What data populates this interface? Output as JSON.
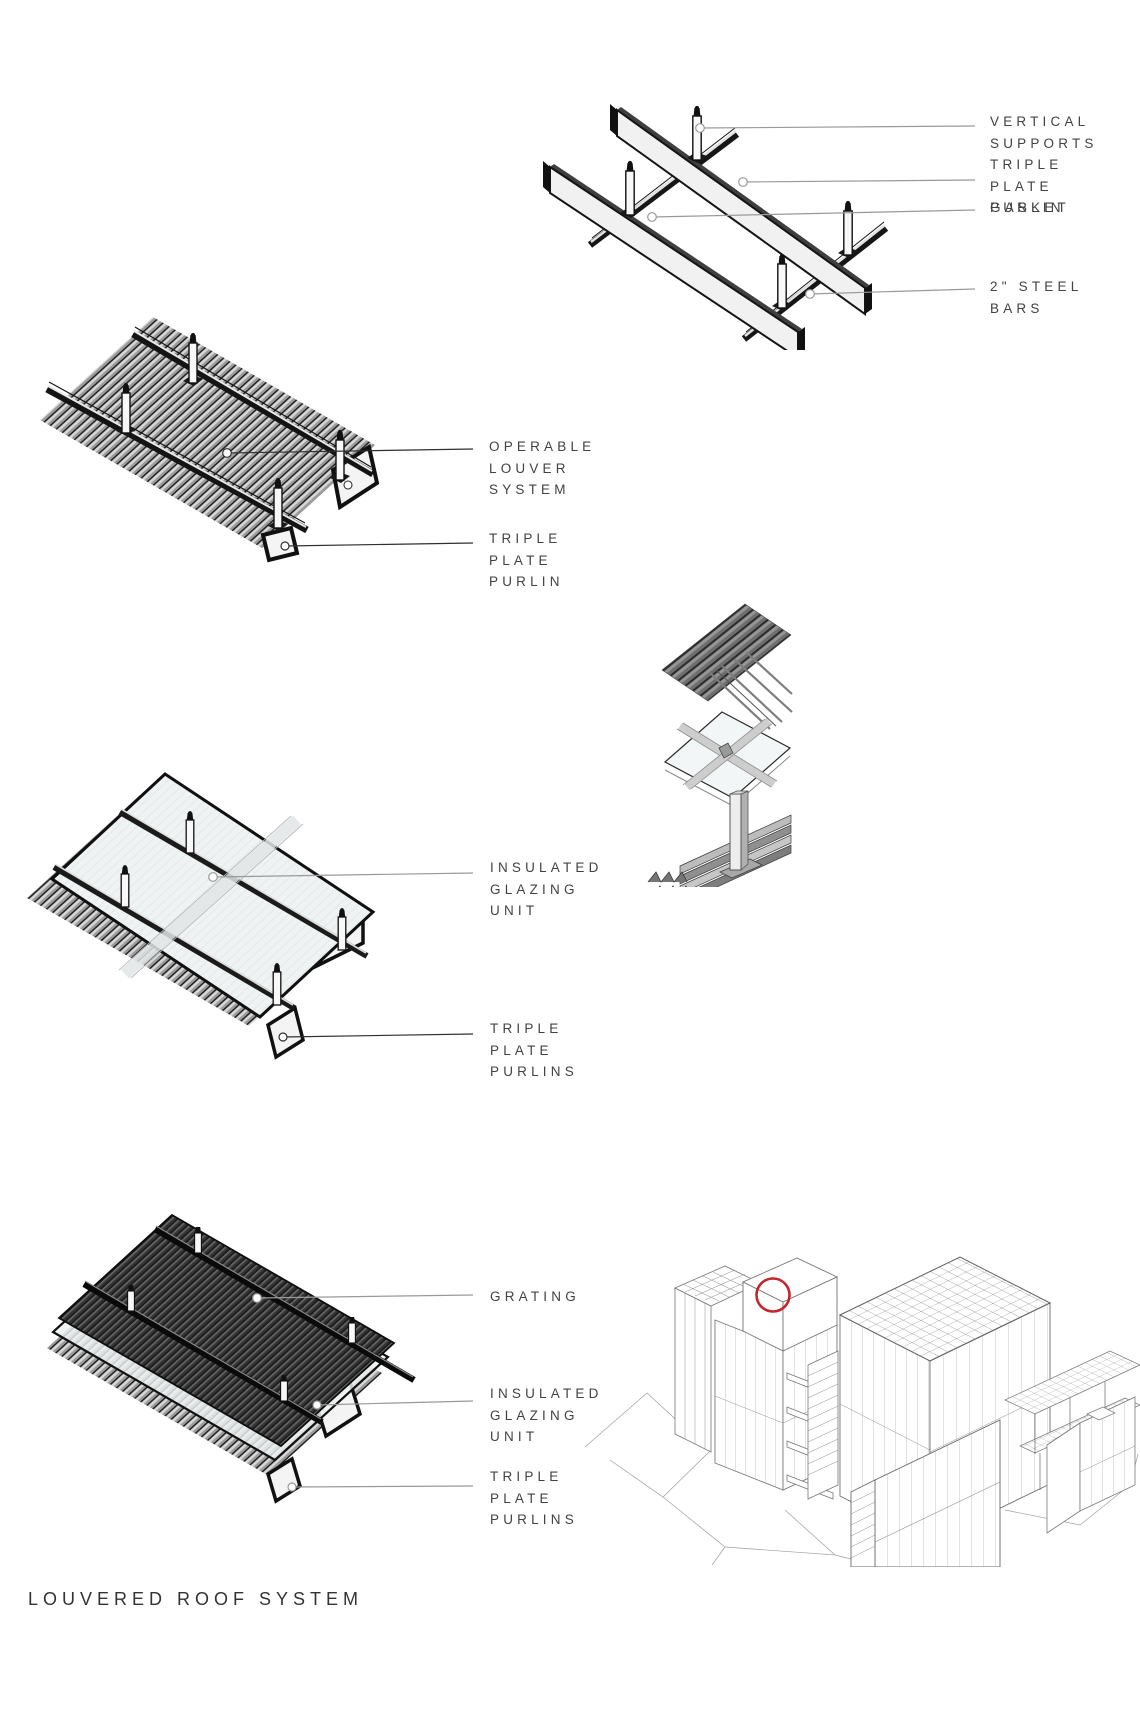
{
  "page": {
    "title": "LOUVERED ROOF SYSTEM"
  },
  "labels": {
    "vertical_supports": [
      "VERTICAL",
      "SUPPORTS"
    ],
    "triple_plate_purlin_top": [
      "TRIPLE",
      "PLATE",
      "PURLIN"
    ],
    "gasket": [
      "GASKET"
    ],
    "steel_bars": [
      "2\" STEEL",
      "BARS"
    ],
    "operable_louver_system": [
      "OPERABLE",
      "LOUVER",
      "SYSTEM"
    ],
    "triple_plate_purlin_left": [
      "TRIPLE",
      "PLATE",
      "PURLIN"
    ],
    "insulated_glazing_unit_mid": [
      "INSULATED",
      "GLAZING",
      "UNIT"
    ],
    "triple_plate_purlins_mid": [
      "TRIPLE",
      "PLATE",
      "PURLINS"
    ],
    "grating": [
      "GRATING"
    ],
    "insulated_glazing_unit_bottom": [
      "INSULATED",
      "GLAZING",
      "UNIT"
    ],
    "triple_plate_purlins_bottom": [
      "TRIPLE",
      "PLATE",
      "PURLINS"
    ]
  },
  "colors": {
    "text": "#424242",
    "leader_gray": "#9a9a9a",
    "leader_dark": "#2f2f2f",
    "highlight_red": "#c1272d",
    "glass": "#eef2f3",
    "steel_dark": "#141414"
  }
}
